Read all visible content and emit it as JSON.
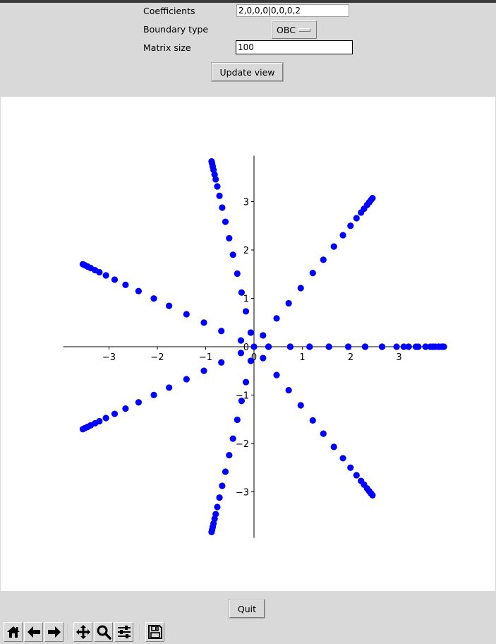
{
  "form": {
    "coefficients_label": "Coefficients",
    "coefficients_value": "2,0,0,0|0,0,0,2",
    "boundary_label": "Boundary type",
    "boundary_value": "OBC",
    "matrix_label": "Matrix size",
    "matrix_value": "100",
    "update_label": "Update view"
  },
  "footer": {
    "quit_label": "Quit"
  },
  "toolbar": {
    "icons": [
      "home-icon",
      "back-icon",
      "forward-icon",
      "pan-icon",
      "zoom-icon",
      "configure-subplots-icon",
      "save-icon"
    ]
  },
  "chart_data": {
    "type": "scatter",
    "title": "",
    "xlabel": "",
    "ylabel": "",
    "xlim": [
      -3.95,
      3.95
    ],
    "ylim": [
      -3.95,
      3.95
    ],
    "grid": false,
    "spines": "centered",
    "x_ticks": [
      -3,
      -2,
      -1,
      0,
      1,
      2,
      3
    ],
    "y_ticks": [
      -3,
      -2,
      -1,
      0,
      1,
      2,
      3
    ],
    "x_tick_labels": [
      "−3",
      "−2",
      "−1",
      "0",
      "1",
      "2",
      "3"
    ],
    "y_tick_labels": [
      "−3",
      "−2",
      "−1",
      "0",
      "1",
      "2",
      "3"
    ],
    "marker_color": "#0000ff",
    "ray_angles_deg": [
      0,
      51.4,
      102.9,
      154.3,
      205.7,
      257.1,
      308.6
    ],
    "ray_radii": [
      0.3,
      0.75,
      1.15,
      1.55,
      1.95,
      2.3,
      2.65,
      2.95,
      3.2,
      3.4,
      3.55,
      3.65,
      3.75,
      3.82,
      3.88,
      3.93
    ],
    "series": [
      {
        "values_x": [
          3.9,
          3.82,
          3.7,
          3.55,
          3.35,
          3.1,
          2.65,
          2.3,
          1.95,
          1.55,
          1.15,
          0.75,
          0.3,
          0.0
        ],
        "values_y": [
          0,
          0,
          0,
          0,
          0,
          0,
          0,
          0,
          0,
          0,
          0,
          0,
          0,
          0
        ]
      }
    ]
  }
}
